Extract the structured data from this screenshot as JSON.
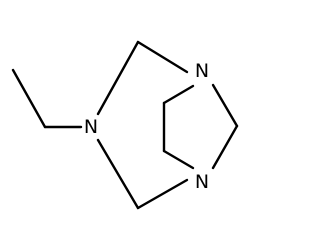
{
  "molecule": {
    "atoms": {
      "n_ethyl": "N",
      "n_top": "N",
      "n_bottom": "N"
    },
    "bond_color": "#000000",
    "background": "#ffffff"
  }
}
